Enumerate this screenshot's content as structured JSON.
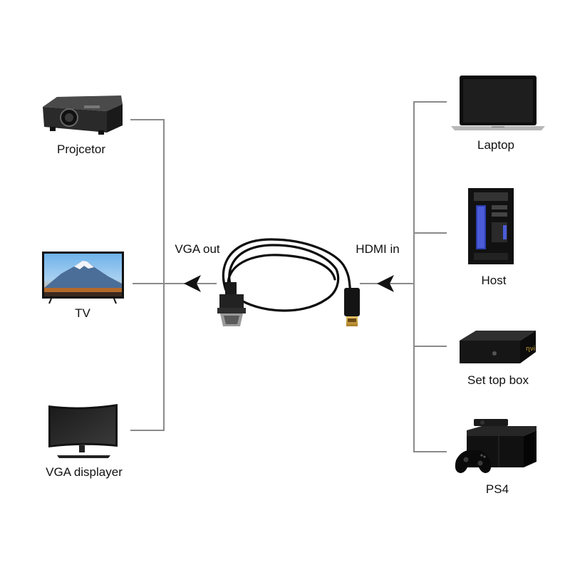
{
  "sources": [
    {
      "label": "Laptop",
      "icon": "laptop-icon"
    },
    {
      "label": "Host",
      "icon": "pc-tower-icon"
    },
    {
      "label": "Set top box",
      "icon": "set-top-box-icon"
    },
    {
      "label": "PS4",
      "icon": "game-console-icon"
    }
  ],
  "displays": [
    {
      "label": "Projcetor",
      "icon": "projector-icon"
    },
    {
      "label": "TV",
      "icon": "tv-icon"
    },
    {
      "label": "VGA displayer",
      "icon": "curved-monitor-icon"
    }
  ],
  "cable": {
    "input_label": "HDMI in",
    "output_label": "VGA out",
    "icon": "hdmi-to-vga-cable-icon"
  },
  "colors": {
    "line": "#8a8a8a",
    "arrow": "#111111",
    "device": "#1c1c1c",
    "screen_blue": "#2d3fb0"
  }
}
